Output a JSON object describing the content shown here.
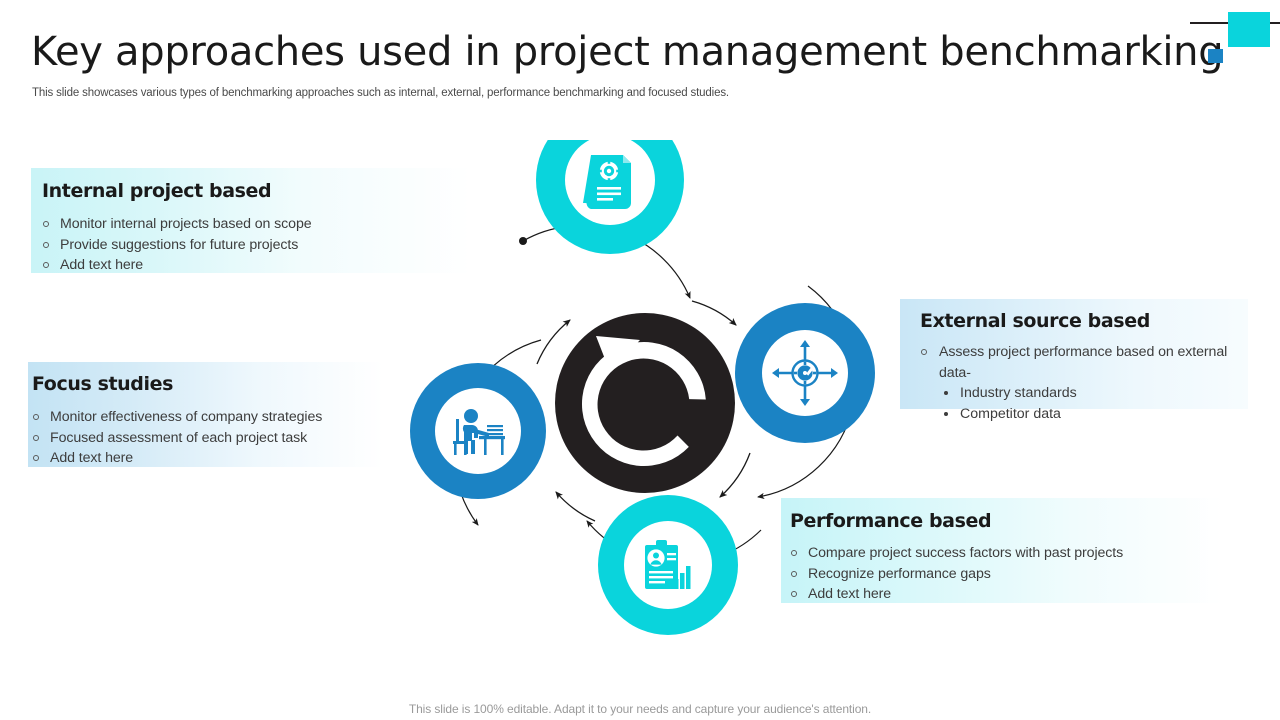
{
  "header": {
    "title": "Key approaches used in project management benchmarking",
    "subtitle": "This slide showcases various types of benchmarking approaches such as internal, external, performance benchmarking and focused studies."
  },
  "colors": {
    "cyan": "#0ad4dc",
    "blue": "#1b83c4",
    "dark": "#231f20",
    "panel_cyan_start": "#c9f4f7",
    "panel_blue_start": "#c3e3f4"
  },
  "panels": {
    "internal": {
      "title": "Internal project based",
      "items": [
        "Monitor  internal projects based on  scope",
        "Provide  suggestions for future projects",
        "Add text here"
      ]
    },
    "focus": {
      "title": "Focus studies",
      "items": [
        "Monitor  effectiveness of company strategies",
        "Focused assessment of each project task",
        "Add text here"
      ]
    },
    "external": {
      "title": "External source based",
      "items": [
        "Assess project performance based on external data-"
      ],
      "subitems": [
        "Industry  standards",
        "Competitor data"
      ]
    },
    "performance": {
      "title": "Performance based",
      "items": [
        "Compare project success factors with past projects",
        "Recognize  performance gaps",
        "Add text here"
      ]
    }
  },
  "diagram": {
    "center_icon": "refresh-cycle-icon",
    "nodes": [
      {
        "id": "top",
        "icon": "document-gear-icon",
        "color": "#0ad4dc",
        "label": "Internal project based"
      },
      {
        "id": "right",
        "icon": "target-expand-icon",
        "color": "#1b83c4",
        "label": "External source based"
      },
      {
        "id": "bottom",
        "icon": "clipboard-report-icon",
        "color": "#0ad4dc",
        "label": "Performance based"
      },
      {
        "id": "left",
        "icon": "person-desk-icon",
        "color": "#1b83c4",
        "label": "Focus studies"
      }
    ]
  },
  "footer": {
    "note": "This slide is 100% editable. Adapt it to your needs and capture your audience's attention."
  }
}
